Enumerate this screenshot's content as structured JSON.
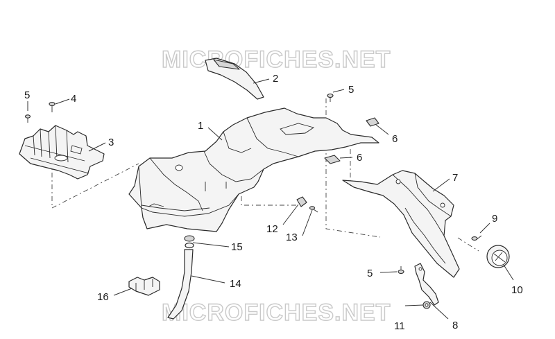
{
  "watermarks": [
    "MICROFICHES.NET",
    "MICROFICHES.NET"
  ],
  "callouts": [
    {
      "id": "c1",
      "text": "1"
    },
    {
      "id": "c2",
      "text": "2"
    },
    {
      "id": "c3",
      "text": "3"
    },
    {
      "id": "c4",
      "text": "4"
    },
    {
      "id": "c5a",
      "text": "5"
    },
    {
      "id": "c5b",
      "text": "5"
    },
    {
      "id": "c5c",
      "text": "5"
    },
    {
      "id": "c6a",
      "text": "6"
    },
    {
      "id": "c6b",
      "text": "6"
    },
    {
      "id": "c7",
      "text": "7"
    },
    {
      "id": "c8",
      "text": "8"
    },
    {
      "id": "c9",
      "text": "9"
    },
    {
      "id": "c10",
      "text": "10"
    },
    {
      "id": "c11",
      "text": "11"
    },
    {
      "id": "c12",
      "text": "12"
    },
    {
      "id": "c13",
      "text": "13"
    },
    {
      "id": "c14",
      "text": "14"
    },
    {
      "id": "c15",
      "text": "15"
    },
    {
      "id": "c16",
      "text": "16"
    }
  ]
}
